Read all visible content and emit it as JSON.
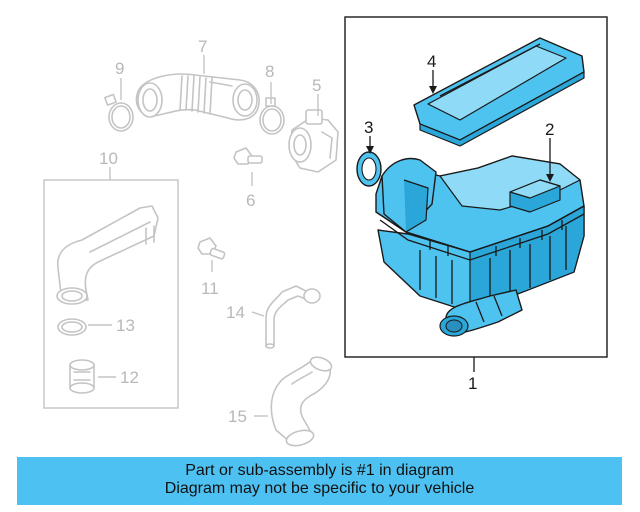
{
  "callouts": [
    {
      "id": "1",
      "text": "1"
    },
    {
      "id": "2",
      "text": "2"
    },
    {
      "id": "3",
      "text": "3"
    },
    {
      "id": "4",
      "text": "4"
    },
    {
      "id": "5",
      "text": "5"
    },
    {
      "id": "6",
      "text": "6"
    },
    {
      "id": "7",
      "text": "7"
    },
    {
      "id": "8",
      "text": "8"
    },
    {
      "id": "9",
      "text": "9"
    },
    {
      "id": "10",
      "text": "10"
    },
    {
      "id": "11",
      "text": "11"
    },
    {
      "id": "12",
      "text": "12"
    },
    {
      "id": "13",
      "text": "13"
    },
    {
      "id": "14",
      "text": "14"
    },
    {
      "id": "15",
      "text": "15"
    }
  ],
  "banner": {
    "line1": "Part or sub-assembly is #1 in diagram",
    "line2": "Diagram may not be specific to your vehicle"
  },
  "colors": {
    "highlight": "#4fc3f0",
    "banner": "#4dc1f2",
    "faded_parts": "#c4c4c4"
  }
}
